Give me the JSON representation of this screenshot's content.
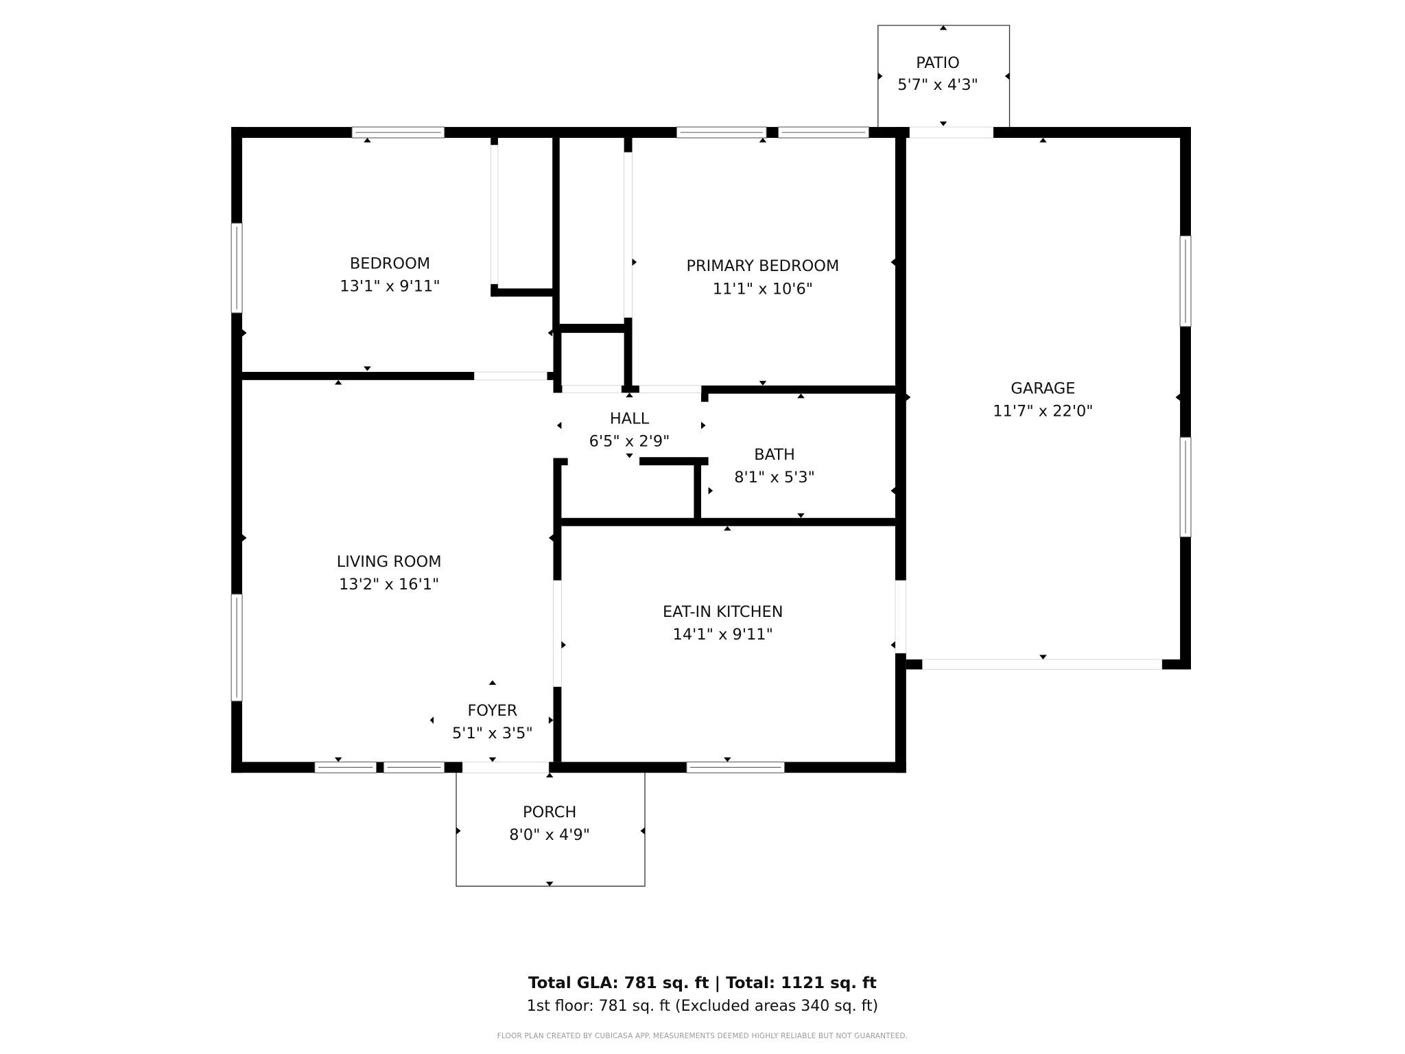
{
  "floorplan": {
    "rooms": [
      {
        "id": "patio",
        "name": "PATIO",
        "dims": "5'7\" x 4'3\""
      },
      {
        "id": "bedroom",
        "name": "BEDROOM",
        "dims": "13'1\" x 9'11\""
      },
      {
        "id": "primary-bedroom",
        "name": "PRIMARY BEDROOM",
        "dims": "11'1\" x 10'6\""
      },
      {
        "id": "garage",
        "name": "GARAGE",
        "dims": "11'7\" x 22'0\""
      },
      {
        "id": "hall",
        "name": "HALL",
        "dims": "6'5\" x 2'9\""
      },
      {
        "id": "bath",
        "name": "BATH",
        "dims": "8'1\" x 5'3\""
      },
      {
        "id": "living-room",
        "name": "LIVING ROOM",
        "dims": "13'2\" x 16'1\""
      },
      {
        "id": "eat-in-kitchen",
        "name": "EAT-IN KITCHEN",
        "dims": "14'1\" x 9'11\""
      },
      {
        "id": "foyer",
        "name": "FOYER",
        "dims": "5'1\" x 3'5\""
      },
      {
        "id": "porch",
        "name": "PORCH",
        "dims": "8'0\" x 4'9\""
      }
    ]
  },
  "footer": {
    "totals": "Total GLA: 781 sq. ft | Total: 1121 sq. ft",
    "floor": "1st floor: 781 sq. ft (Excluded areas 340 sq. ft)",
    "disclaimer": "FLOOR PLAN CREATED BY CUBICASA APP. MEASUREMENTS DEEMED HIGHLY RELIABLE BUT NOT GUARANTEED."
  },
  "colors": {
    "wall": "#000000",
    "background": "#ffffff",
    "disclaimer": "#9a9a9a"
  }
}
